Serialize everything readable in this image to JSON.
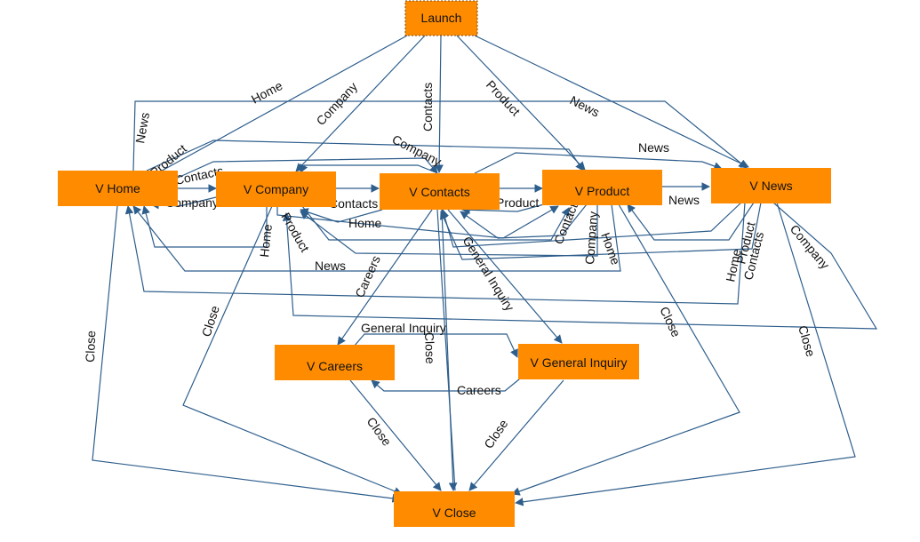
{
  "colors": {
    "node_fill": "#ff8c00",
    "launch_fill": "#ff8c00",
    "edge_color": "#2e5e8c",
    "text_color": "#111111"
  },
  "nodes": [
    {
      "id": "launch",
      "label": "Launch"
    },
    {
      "id": "home",
      "label": "V Home"
    },
    {
      "id": "company",
      "label": "V Company"
    },
    {
      "id": "contacts",
      "label": "V Contacts"
    },
    {
      "id": "product",
      "label": "V Product"
    },
    {
      "id": "news",
      "label": "V News"
    },
    {
      "id": "careers",
      "label": "V Careers"
    },
    {
      "id": "general_inquiry",
      "label": "V General Inquiry"
    },
    {
      "id": "close",
      "label": "V Close"
    }
  ],
  "edges": [
    {
      "from": "launch",
      "to": "home",
      "label": "Home"
    },
    {
      "from": "launch",
      "to": "company",
      "label": "Company"
    },
    {
      "from": "launch",
      "to": "contacts",
      "label": "Contacts"
    },
    {
      "from": "launch",
      "to": "product",
      "label": "Product"
    },
    {
      "from": "launch",
      "to": "news",
      "label": "News"
    },
    {
      "from": "home",
      "to": "news",
      "label": "News"
    },
    {
      "from": "home",
      "to": "product",
      "label": "Product"
    },
    {
      "from": "home",
      "to": "contacts",
      "label": "Contacts"
    },
    {
      "from": "home",
      "to": "company",
      "label": ""
    },
    {
      "from": "company",
      "to": "home",
      "label": "Company"
    },
    {
      "from": "company",
      "to": "contacts",
      "label": "Contacts"
    },
    {
      "from": "contacts",
      "to": "company",
      "label": "Company"
    },
    {
      "from": "contacts",
      "to": "company",
      "label": "Home"
    },
    {
      "from": "contacts",
      "to": "product",
      "label": ""
    },
    {
      "from": "contacts",
      "to": "news",
      "label": "News"
    },
    {
      "from": "product",
      "to": "contacts",
      "label": "Product"
    },
    {
      "from": "product",
      "to": "news",
      "label": "News"
    },
    {
      "from": "product",
      "to": "contacts",
      "label": "Contacts"
    },
    {
      "from": "product",
      "to": "company",
      "label": "Company"
    },
    {
      "from": "product",
      "to": "home",
      "label": "Home"
    },
    {
      "from": "news",
      "to": "home",
      "label": "Home"
    },
    {
      "from": "news",
      "to": "product",
      "label": "Product"
    },
    {
      "from": "news",
      "to": "contacts",
      "label": "Contacts"
    },
    {
      "from": "news",
      "to": "company",
      "label": "Company"
    },
    {
      "from": "company",
      "to": "home",
      "label": "Home"
    },
    {
      "from": "company",
      "to": "product",
      "label": "Product"
    },
    {
      "from": "company",
      "to": "news",
      "label": "News"
    },
    {
      "from": "contacts",
      "to": "careers",
      "label": "Careers"
    },
    {
      "from": "contacts",
      "to": "general_inquiry",
      "label": "General Inquiry"
    },
    {
      "from": "careers",
      "to": "general_inquiry",
      "label": "General Inquiry"
    },
    {
      "from": "general_inquiry",
      "to": "careers",
      "label": "Careers"
    },
    {
      "from": "home",
      "to": "close",
      "label": "Close"
    },
    {
      "from": "company",
      "to": "close",
      "label": "Close"
    },
    {
      "from": "contacts",
      "to": "close",
      "label": "Close"
    },
    {
      "from": "product",
      "to": "close",
      "label": "Close"
    },
    {
      "from": "news",
      "to": "close",
      "label": "Close"
    },
    {
      "from": "careers",
      "to": "close",
      "label": "Close"
    },
    {
      "from": "general_inquiry",
      "to": "close",
      "label": "Close"
    }
  ]
}
